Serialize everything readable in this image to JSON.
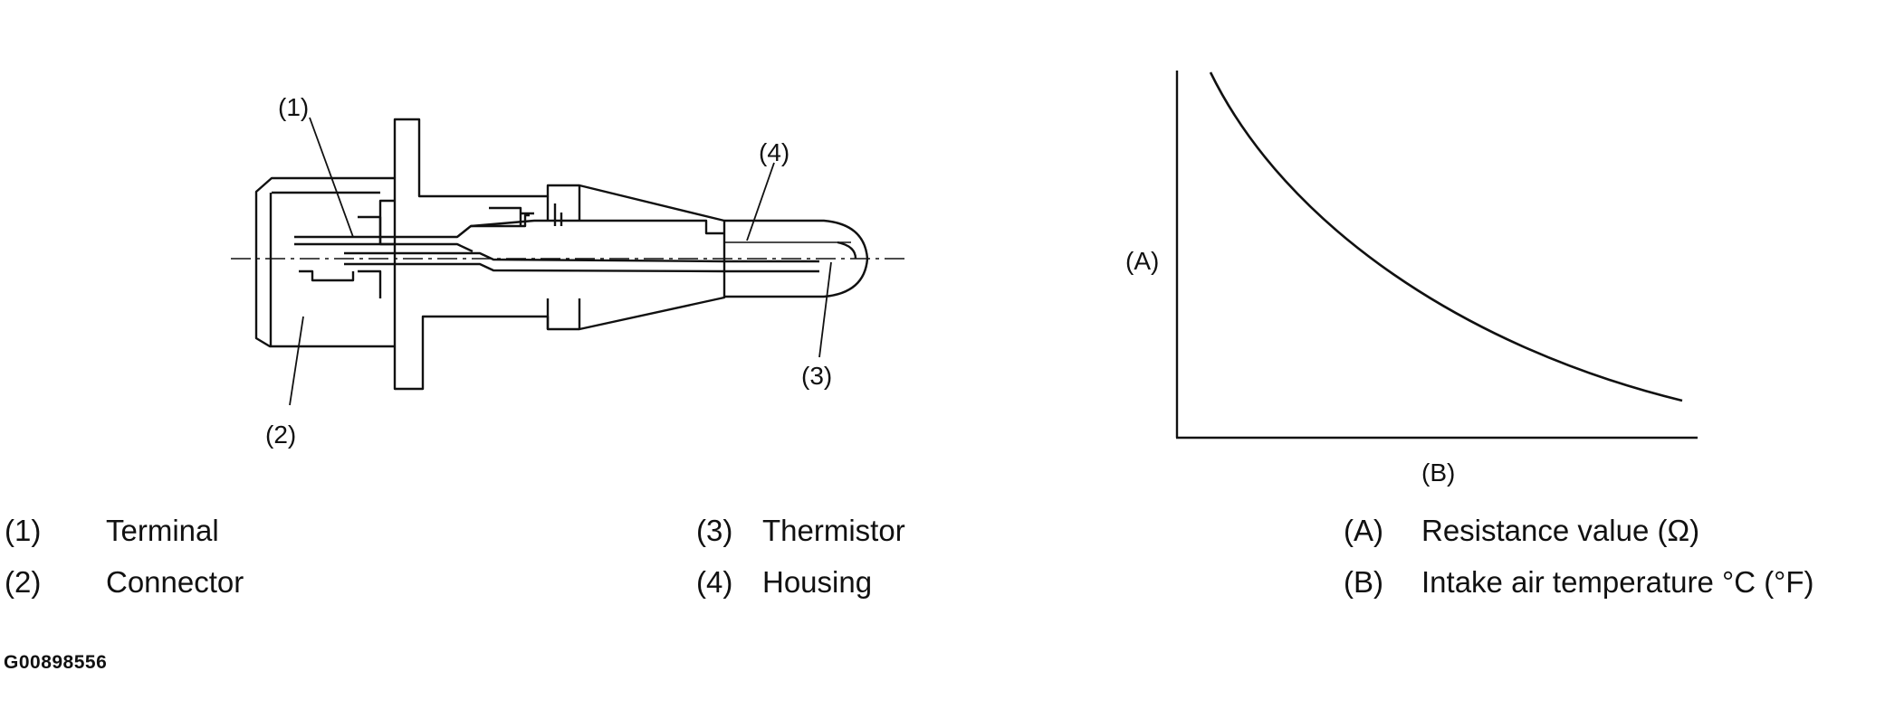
{
  "sensor_callouts": [
    "(1)",
    "(2)",
    "(3)",
    "(4)"
  ],
  "graph": {
    "y_axis_label": "(A)",
    "x_axis_label": "(B)"
  },
  "legend": [
    {
      "num": "(1)",
      "text": "Terminal"
    },
    {
      "num": "(2)",
      "text": "Connector"
    },
    {
      "num": "(3)",
      "text": "Thermistor"
    },
    {
      "num": "(4)",
      "text": "Housing"
    },
    {
      "num": "(A)",
      "text": "Resistance value (Ω)"
    },
    {
      "num": "(B)",
      "text": "Intake air temperature °C (°F)"
    }
  ],
  "figure_code": "G00898556"
}
